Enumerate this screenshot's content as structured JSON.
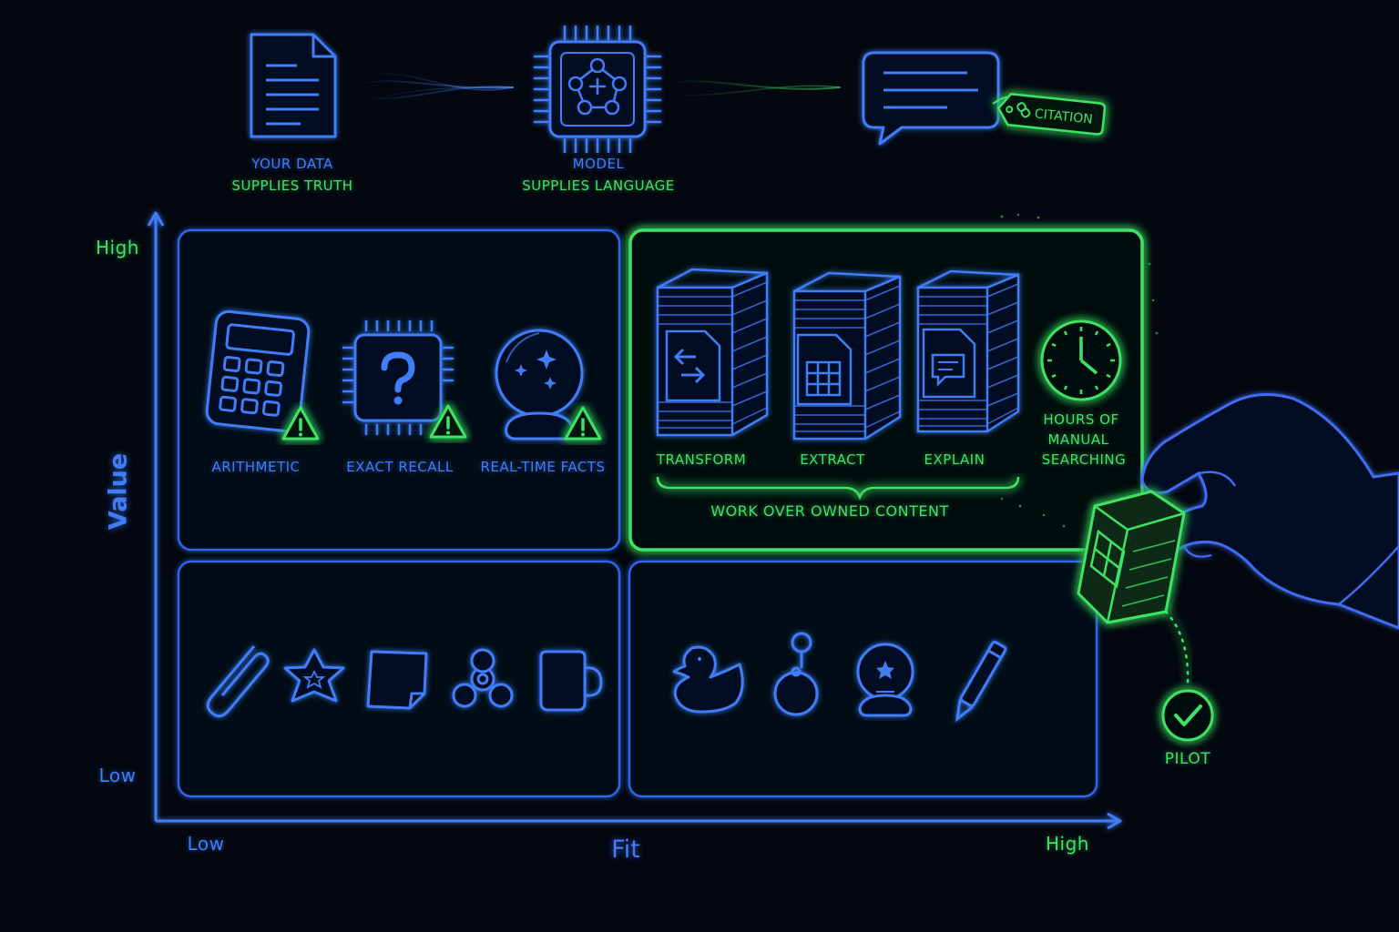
{
  "pipeline": {
    "source_line1": "YOUR DATA",
    "source_line2": "SUPPLIES TRUTH",
    "model_line1": "MODEL",
    "model_line2": "SUPPLIES LANGUAGE",
    "citation": "CITATION"
  },
  "axes": {
    "y_title": "Value",
    "y_high": "High",
    "y_low": "Low",
    "x_title": "Fit",
    "x_low": "Low",
    "x_high": "High"
  },
  "quadrant_high_low": {
    "items": [
      "ARITHMETIC",
      "EXACT RECALL",
      "REAL-TIME FACTS"
    ]
  },
  "quadrant_high_high": {
    "items": [
      "TRANSFORM",
      "EXTRACT",
      "EXPLAIN"
    ],
    "side_line1": "HOURS OF",
    "side_line2": "MANUAL",
    "side_line3": "SEARCHING",
    "group_label": "WORK OVER OWNED CONTENT"
  },
  "pilot": {
    "label": "PILOT"
  },
  "icons": {
    "top": [
      "document-icon",
      "chip-icon",
      "chat-bubble-icon",
      "tag-icon"
    ],
    "low_low": [
      "paperclip-icon",
      "star-icon",
      "sticky-note-icon",
      "fidget-spinner-icon",
      "mug-icon"
    ],
    "low_high": [
      "rubber-duck-icon",
      "keychain-icon",
      "snow-globe-icon",
      "pencil-icon"
    ]
  },
  "colors": {
    "background": "#03070f",
    "blue": "#3f7df7",
    "green": "#3fe266"
  }
}
